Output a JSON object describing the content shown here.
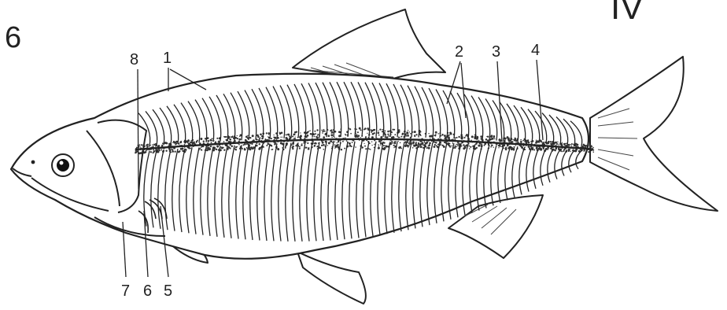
{
  "figure": {
    "figure_number": "6",
    "panel_numeral": "IV",
    "subject": "fish-skeleton-muscle-segments",
    "callouts": [
      {
        "id": "c1",
        "text": "1"
      },
      {
        "id": "c2",
        "text": "2"
      },
      {
        "id": "c3",
        "text": "3"
      },
      {
        "id": "c4",
        "text": "4"
      },
      {
        "id": "c5",
        "text": "5"
      },
      {
        "id": "c6",
        "text": "6"
      },
      {
        "id": "c7",
        "text": "7"
      },
      {
        "id": "c8",
        "text": "8"
      }
    ]
  },
  "colors": {
    "ink": "#222222",
    "stipple": "#333333",
    "background": "#ffffff"
  }
}
